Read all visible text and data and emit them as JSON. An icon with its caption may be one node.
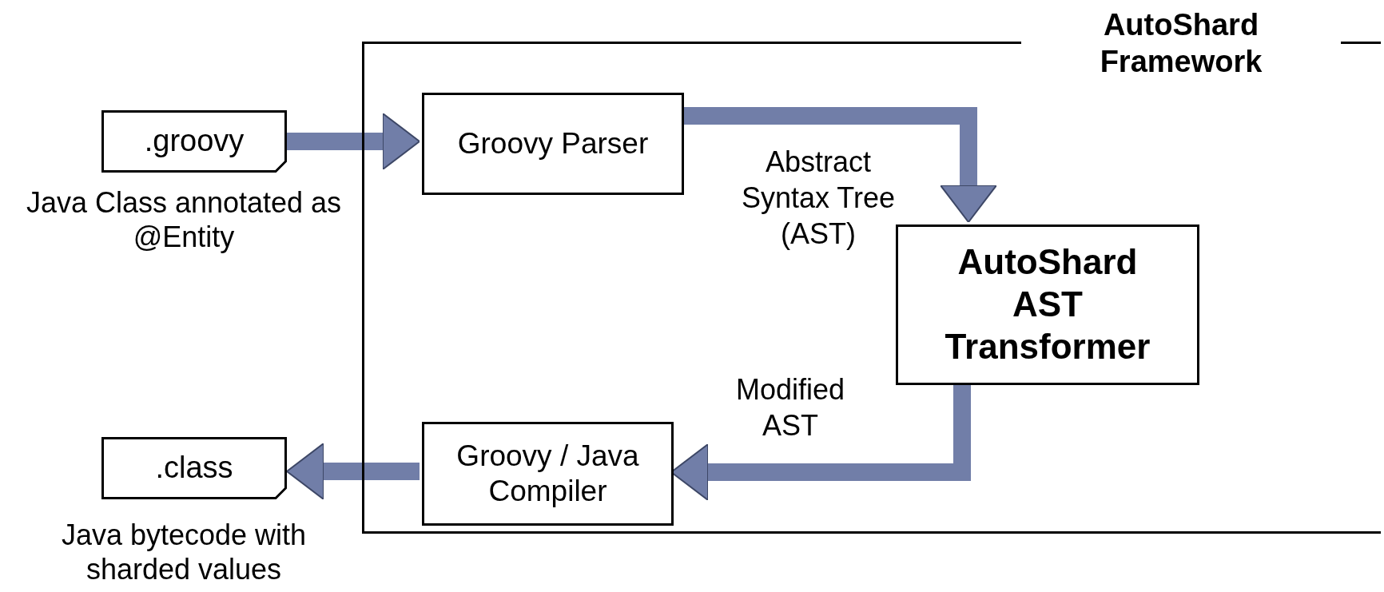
{
  "diagram": {
    "nodes": [
      {
        "text": [
          "AutoShard Framework"
        ]
      },
      {
        "text": [
          ".groovy"
        ],
        "beside": [
          "Java Class annotated as @Entity"
        ]
      },
      {
        "text": [
          "Groovy Parser"
        ],
        "in": 0
      },
      {
        "text": [
          "AutoShard AST Transformer"
        ],
        "in": 0
      },
      {
        "text": [
          "Groovy / Java Compiler"
        ],
        "in": 0
      },
      {
        "text": [
          ".class"
        ],
        "beside": [
          "Java bytecode with sharded values"
        ]
      }
    ],
    "edges": [
      {
        "from": 1,
        "to": 2,
        "arrow": "to"
      },
      {
        "from": 2,
        "to": 3,
        "arrow": "to",
        "label": "Abstract Syntax Tree (AST)"
      },
      {
        "from": 3,
        "to": 4,
        "arrow": "to",
        "label": "Modified AST"
      },
      {
        "from": 4,
        "to": 5,
        "arrow": "to"
      }
    ]
  }
}
